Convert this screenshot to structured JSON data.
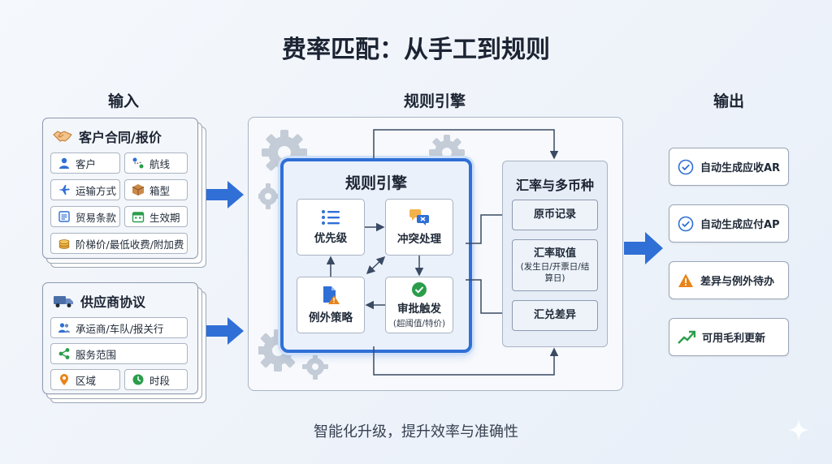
{
  "title": "费率匹配：从手工到规则",
  "subtitle": "智能化升级，提升效率与准确性",
  "sections": {
    "input": "输入",
    "engine": "规则引擎",
    "output": "输出"
  },
  "customer": {
    "title": "客户合同/报价",
    "items": [
      {
        "label": "客户",
        "icon": "user-icon"
      },
      {
        "label": "航线",
        "icon": "route-icon"
      },
      {
        "label": "运输方式",
        "icon": "plane-icon"
      },
      {
        "label": "箱型",
        "icon": "box-icon"
      },
      {
        "label": "贸易条款",
        "icon": "document-icon"
      },
      {
        "label": "生效期",
        "icon": "calendar-icon"
      },
      {
        "label": "阶梯价/最低收费/附加费",
        "icon": "coins-icon"
      }
    ]
  },
  "supplier": {
    "title": "供应商协议",
    "items": [
      {
        "label": "承运商/车队/报关行",
        "icon": "people-icon"
      },
      {
        "label": "服务范围",
        "icon": "share-icon"
      },
      {
        "label": "区域",
        "icon": "pin-icon"
      },
      {
        "label": "时段",
        "icon": "clock-icon"
      }
    ]
  },
  "engine": {
    "core_title": "规则引擎",
    "nodes": {
      "priority": "优先级",
      "conflict": "冲突处理",
      "exception": "例外策略",
      "approval": "审批触发",
      "approval_note": "(超阈值/特价)"
    }
  },
  "fx": {
    "title": "汇率与多币种",
    "items": {
      "original": "原币记录",
      "rate": "汇率取值",
      "rate_note": "(发生日/开票日/结算日)",
      "diff": "汇兑差异"
    }
  },
  "outputs": [
    {
      "label": "自动生成应收AR",
      "icon": "check-circle-icon"
    },
    {
      "label": "自动生成应付AP",
      "icon": "check-circle-icon"
    },
    {
      "label": "差异与例外待办",
      "icon": "warning-icon"
    },
    {
      "label": "可用毛利更新",
      "icon": "trend-up-icon"
    }
  ],
  "colors": {
    "accent": "#2f6fd6",
    "green": "#2a9d4b",
    "orange": "#e8841a",
    "panel_border": "#8d9ab0"
  }
}
